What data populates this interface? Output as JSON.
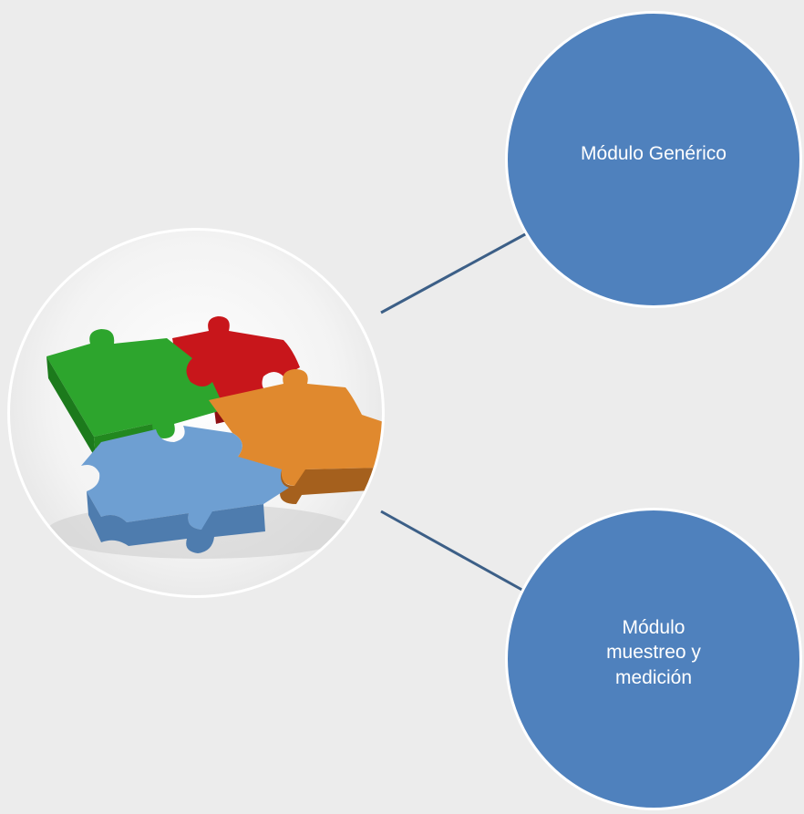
{
  "diagram": {
    "nodes": [
      {
        "id": "generico",
        "label": "Módulo Genérico"
      },
      {
        "id": "muestreo",
        "label": "Módulo muestreo y medición"
      }
    ],
    "hub": {
      "picture": "puzzle-pieces-icon"
    }
  },
  "colors": {
    "background": "#ececec",
    "node_fill": "#4f81bd",
    "node_border": "#ffffff",
    "connector": "#3c5f87",
    "puzzle_green": "#2da52d",
    "puzzle_red": "#c8161b",
    "puzzle_orange": "#e0892e",
    "puzzle_blue": "#6e9fd2"
  }
}
